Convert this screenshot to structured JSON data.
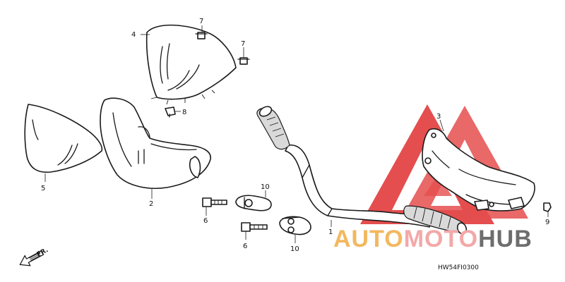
{
  "callouts": {
    "c1": "1",
    "c2": "2",
    "c3": "3",
    "c4": "4",
    "c5": "5",
    "c6a": "6",
    "c6b": "6",
    "c7a": "7",
    "c7b": "7",
    "c8": "8",
    "c9": "9",
    "c10a": "10",
    "c10b": "10"
  },
  "direction_label": "FR.",
  "diagram_code": "HW54FI0300",
  "watermark": {
    "part1": "AUTO",
    "part2": "MOTO",
    "part3": "HUB",
    "color1": "#f2b860",
    "color2": "#f3a8a8",
    "color3": "#6d6d6d",
    "triangle_color": "#e23b3b"
  }
}
